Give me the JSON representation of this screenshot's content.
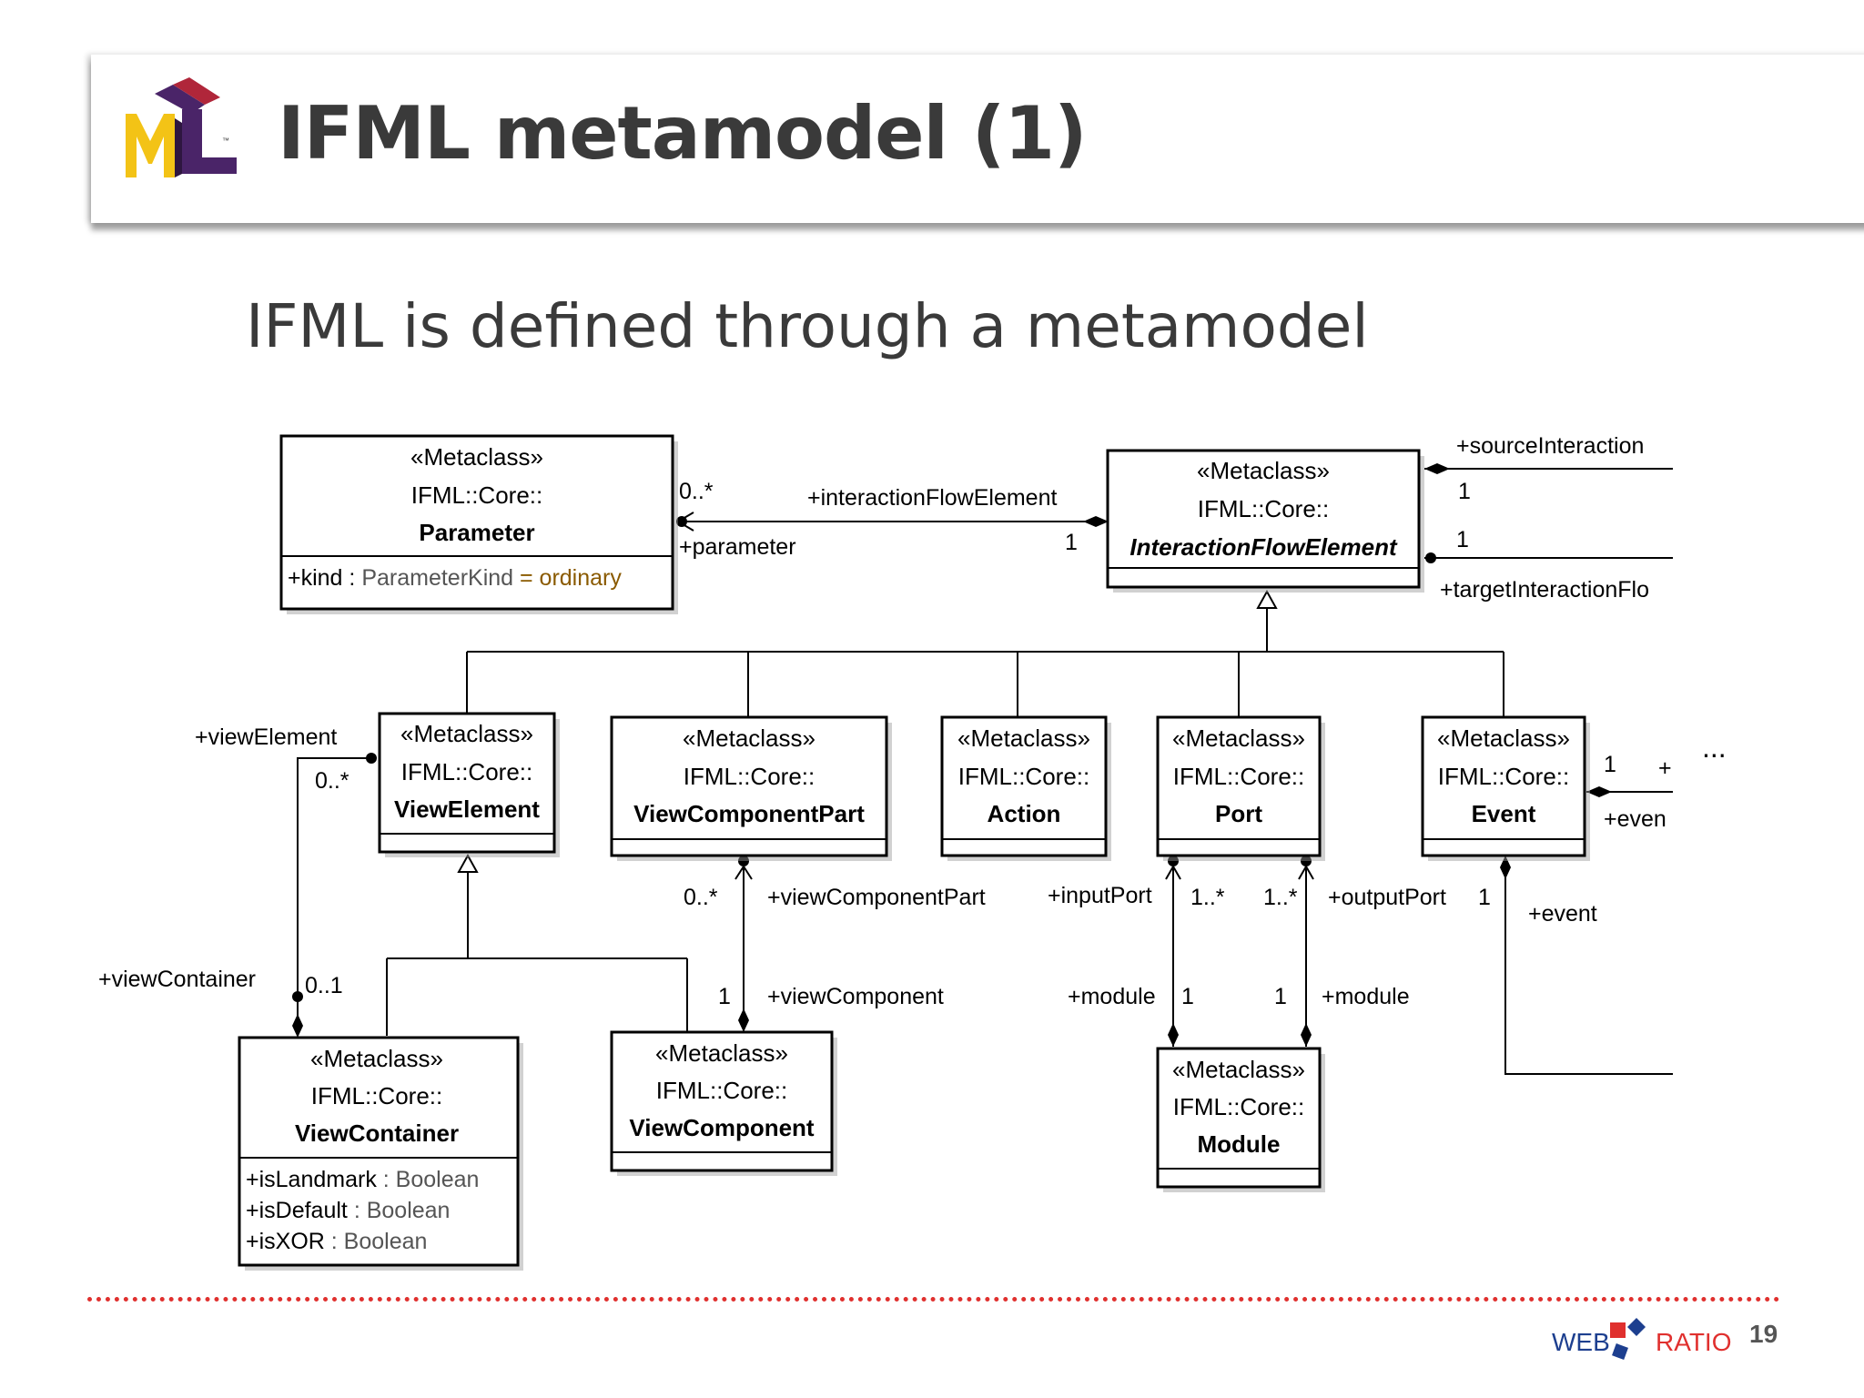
{
  "header": {
    "title": "IFML metamodel (1)",
    "logo_tm": "™"
  },
  "subtitle": "IFML is defined through a metamodel",
  "classes": {
    "parameter": {
      "stereotype": "«Metaclass»",
      "pkg": "IFML::Core::",
      "name": "Parameter",
      "attr_plus": "+kind",
      "attr_sep": " : ",
      "attr_type": "ParameterKind",
      "attr_default": " = ordinary"
    },
    "ife": {
      "stereotype": "«Metaclass»",
      "pkg": "IFML::Core::",
      "name": "InteractionFlowElement"
    },
    "view_element": {
      "stereotype": "«Metaclass»",
      "pkg": "IFML::Core::",
      "name": "ViewElement"
    },
    "vcp": {
      "stereotype": "«Metaclass»",
      "pkg": "IFML::Core::",
      "name": "ViewComponentPart"
    },
    "action": {
      "stereotype": "«Metaclass»",
      "pkg": "IFML::Core::",
      "name": "Action"
    },
    "port": {
      "stereotype": "«Metaclass»",
      "pkg": "IFML::Core::",
      "name": "Port"
    },
    "event": {
      "stereotype": "«Metaclass»",
      "pkg": "IFML::Core::",
      "name": "Event"
    },
    "view_container": {
      "stereotype": "«Metaclass»",
      "pkg": "IFML::Core::",
      "name": "ViewContainer",
      "attrs": [
        {
          "name": "+isLandmark",
          "type": " : Boolean"
        },
        {
          "name": "+isDefault",
          "type": " : Boolean"
        },
        {
          "name": "+isXOR",
          "type": " : Boolean"
        }
      ]
    },
    "view_component": {
      "stereotype": "«Metaclass»",
      "pkg": "IFML::Core::",
      "name": "ViewComponent"
    },
    "module": {
      "stereotype": "«Metaclass»",
      "pkg": "IFML::Core::",
      "name": "Module"
    }
  },
  "labels": {
    "param_mult": "0..*",
    "interaction_flow_element_role": "+interactionFlowElement",
    "parameter_role": "+parameter",
    "ife_mult": "1",
    "source_interaction": "+sourceInteraction",
    "source_mult": "1",
    "target_mult": "1",
    "target_interaction": "+targetInteractionFlo",
    "view_element_role": "+viewElement",
    "view_element_mult": "0..*",
    "view_container_role": "+viewContainer",
    "view_container_mult": "0..1",
    "vcp_mult": "0..*",
    "vcp_role": "+viewComponentPart",
    "vc_mult": "1",
    "vc_role": "+viewComponent",
    "input_port_role": "+inputPort",
    "input_port_mult": "1..*",
    "output_port_mult": "1..*",
    "output_port_role": "+outputPort",
    "output_port_one": "1",
    "module_left_role": "+module",
    "module_left_mult": "1",
    "module_right_mult": "1",
    "module_right_role": "+module",
    "event_mult": "1",
    "event_plus": "+",
    "event_right_role": "+even",
    "event_role": "+event",
    "ellipsis": "..."
  },
  "footer": {
    "brand_left": "WEB",
    "brand_right": "RATIO",
    "page_number": "19"
  },
  "colors": {
    "accent_red": "#e0302e",
    "logo_yellow": "#f3c316",
    "logo_purple": "#4a2468",
    "logo_red": "#b0263a",
    "brand_blue": "#1d3f8f",
    "default_value": "#8a5a00"
  }
}
